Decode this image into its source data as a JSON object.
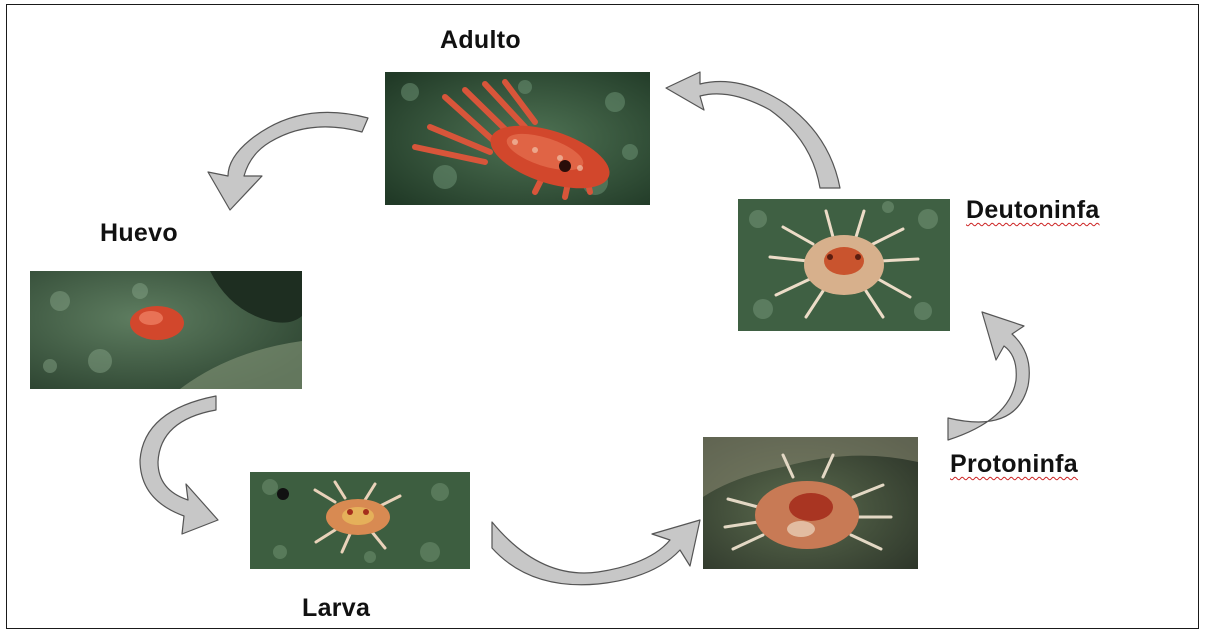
{
  "stages": {
    "adult": "Adulto",
    "egg": "Huevo",
    "larva": "Larva",
    "protonymph": "Protoninfa",
    "deutonymph": "Deutoninfa"
  },
  "colors": {
    "arrow_fill": "#c7c7c7",
    "arrow_stroke": "#555555",
    "leaf_green": "#3e5c40",
    "mite_red": "#d2472c",
    "mite_orange": "#d98a55",
    "misspell_underline": "#cc2222"
  }
}
